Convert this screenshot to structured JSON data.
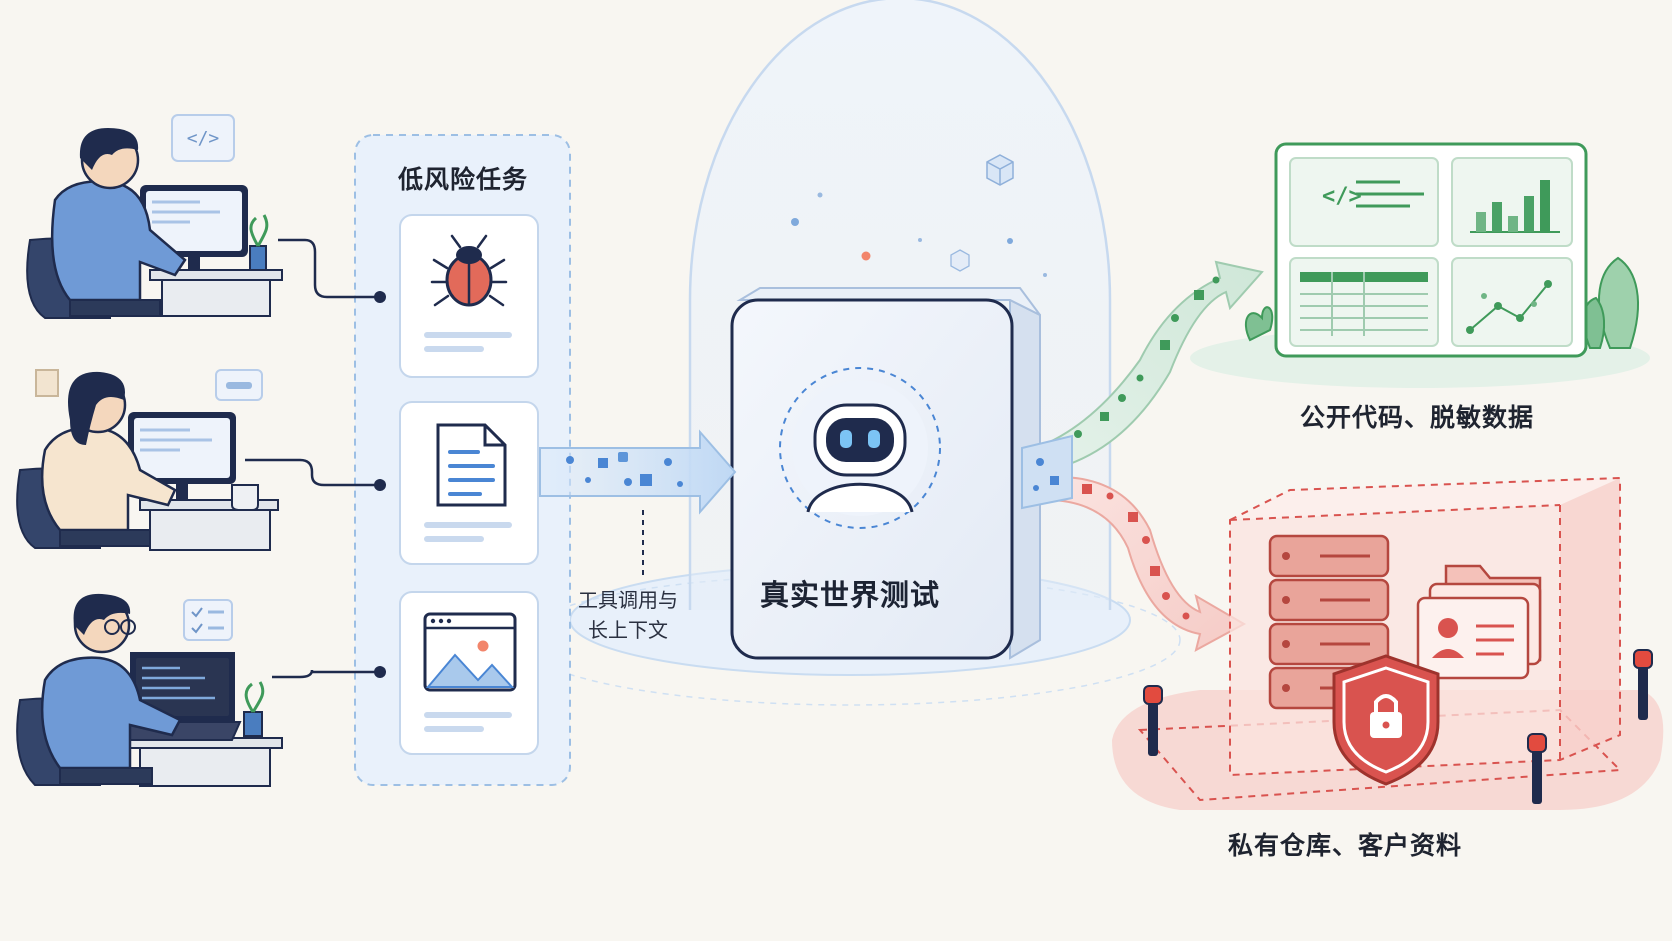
{
  "task_panel": {
    "title": "低风险任务",
    "cards": [
      {
        "icon": "bug-icon"
      },
      {
        "icon": "document-icon"
      },
      {
        "icon": "image-icon"
      }
    ]
  },
  "sandbox": {
    "label": "真实世界测试",
    "icon": "robot-icon"
  },
  "flow_label": {
    "line1": "工具调用与",
    "line2": "长上下文"
  },
  "public_zone": {
    "label": "公开代码、脱敏数据",
    "color": "#3f9a5a"
  },
  "private_zone": {
    "label": "私有仓库、客户资料",
    "color": "#d9534f"
  },
  "colors": {
    "accent_blue": "#4a86d4",
    "navy": "#1f2b4d",
    "green": "#3f9a5a",
    "red": "#d9534f"
  }
}
